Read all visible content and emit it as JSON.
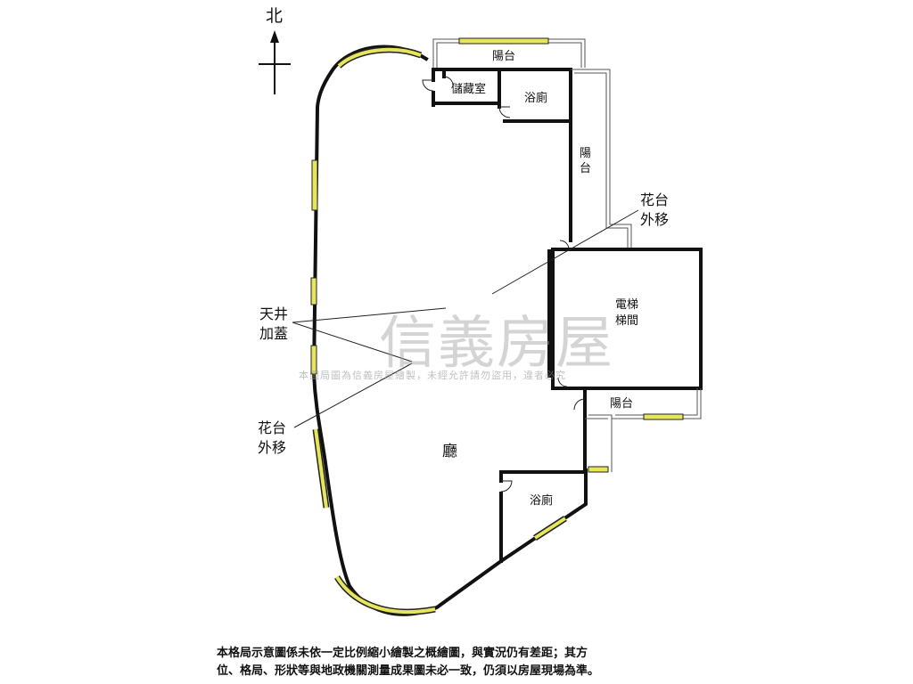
{
  "north": "北",
  "labels": {
    "balcony_top": "陽台",
    "storage": "儲藏室",
    "bathroom_top": "浴廁",
    "balcony_right": "陽台",
    "elevator_line1": "電梯",
    "elevator_line2": "梯間",
    "balcony_lower": "陽台",
    "living_room": "廳",
    "bathroom_bottom": "浴廁",
    "planter_right_line1": "花台",
    "planter_right_line2": "外移",
    "skylight_line1": "天井",
    "skylight_line2": "加蓋",
    "planter_left_line1": "花台",
    "planter_left_line2": "外移"
  },
  "watermark": {
    "brand": "信義房屋",
    "notice": "本圖局圖為信義房屋繪製，未經允許請勿盜用，違者必究"
  },
  "disclaimer": {
    "line1": "本格局示意圖係未依一定比例縮小繪製之概繪圖，與實況仍有差距；其方",
    "line2": "位、格局、形狀等與地政機關測量成果圖未必一致，仍須以房屋現場為準。"
  }
}
